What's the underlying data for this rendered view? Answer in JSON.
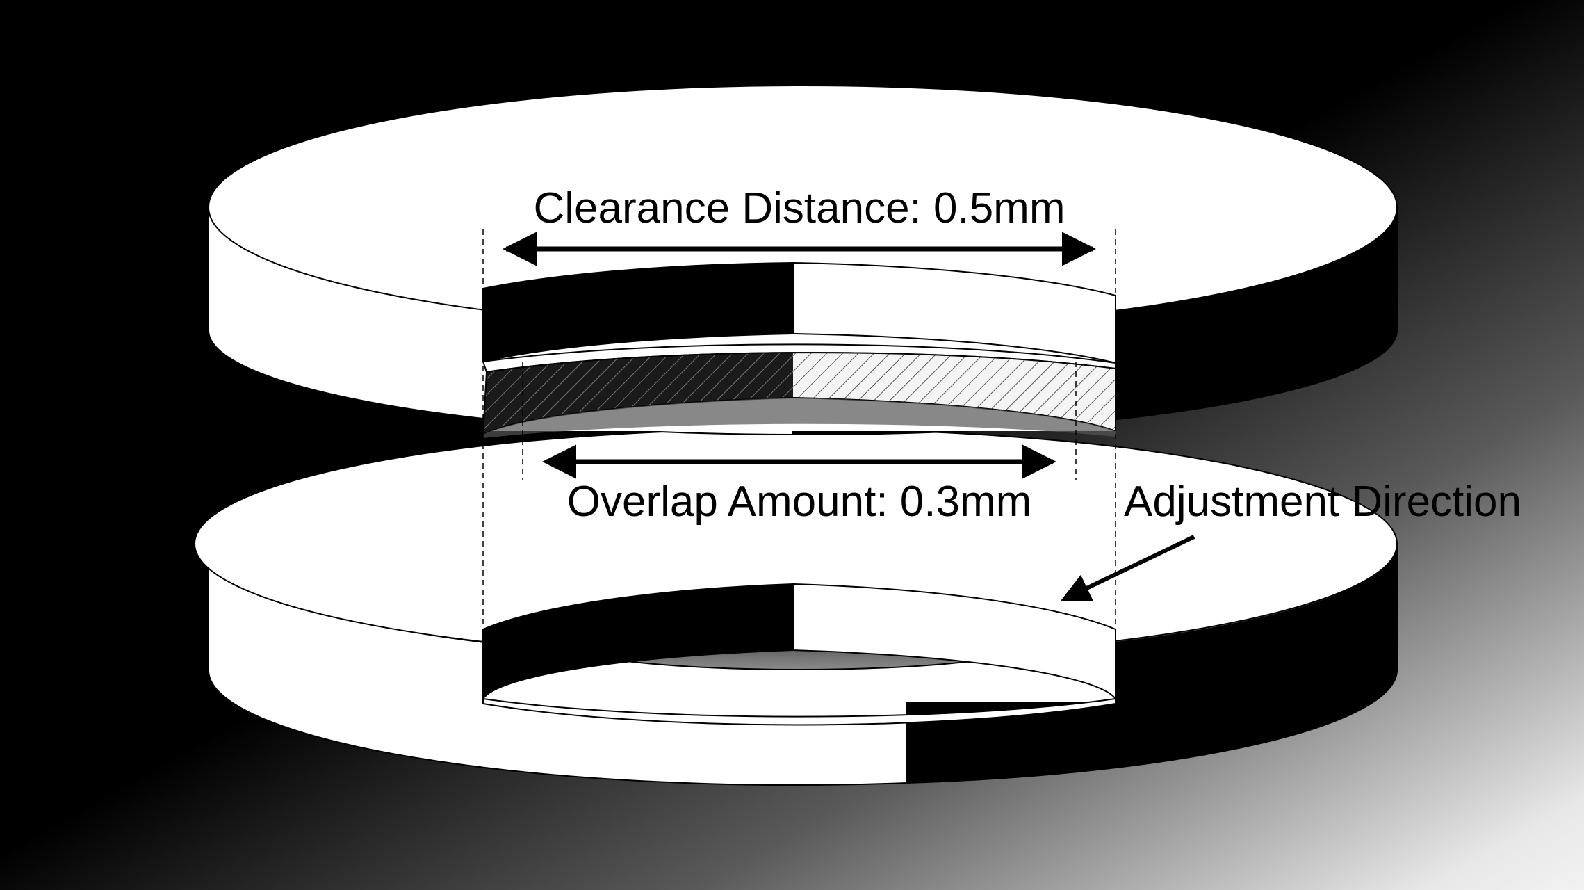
{
  "labels": {
    "clearance": "Clearance Distance: 0.5mm",
    "overlap": "Overlap Amount: 0.3mm",
    "adjustment": "Adjustment Direction"
  },
  "colors": {
    "background_dark": "#000000",
    "background_light": "#ffffff",
    "disc_face": "#ffffff",
    "disc_side_shadow": "#000000",
    "outline": "#000000"
  }
}
